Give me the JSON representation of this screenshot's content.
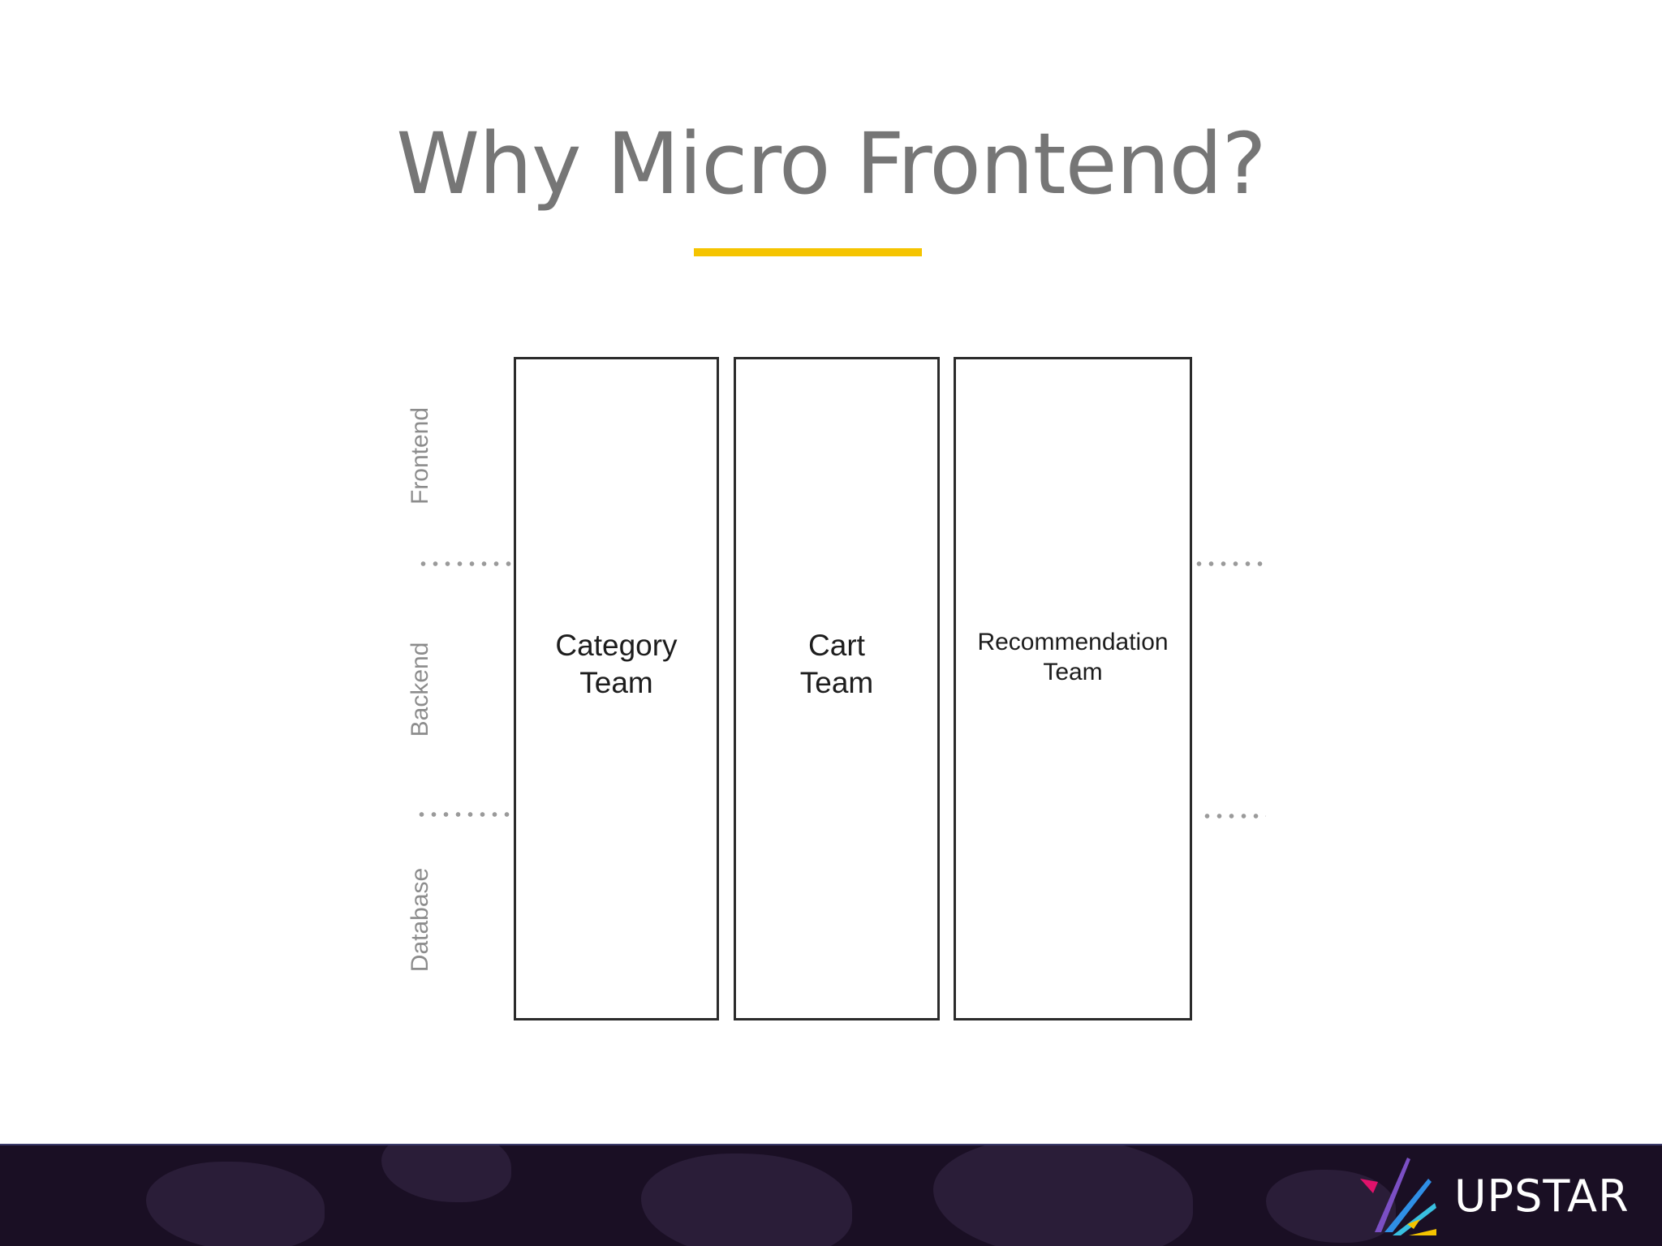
{
  "slide": {
    "title": "Why Micro Frontend?"
  },
  "colors": {
    "title": "#767676",
    "accent_underline": "#f5c400",
    "footer_bg": "#1a0f24"
  },
  "diagram": {
    "layers": [
      "Frontend",
      "Backend",
      "Database"
    ],
    "teams": [
      {
        "name": "Category\nTeam"
      },
      {
        "name": "Cart\nTeam"
      },
      {
        "name": "Recommendation\nTeam"
      }
    ]
  },
  "footer": {
    "logo_text": "UPSTAR",
    "logo_icon": "upstar-star-burst-icon"
  }
}
